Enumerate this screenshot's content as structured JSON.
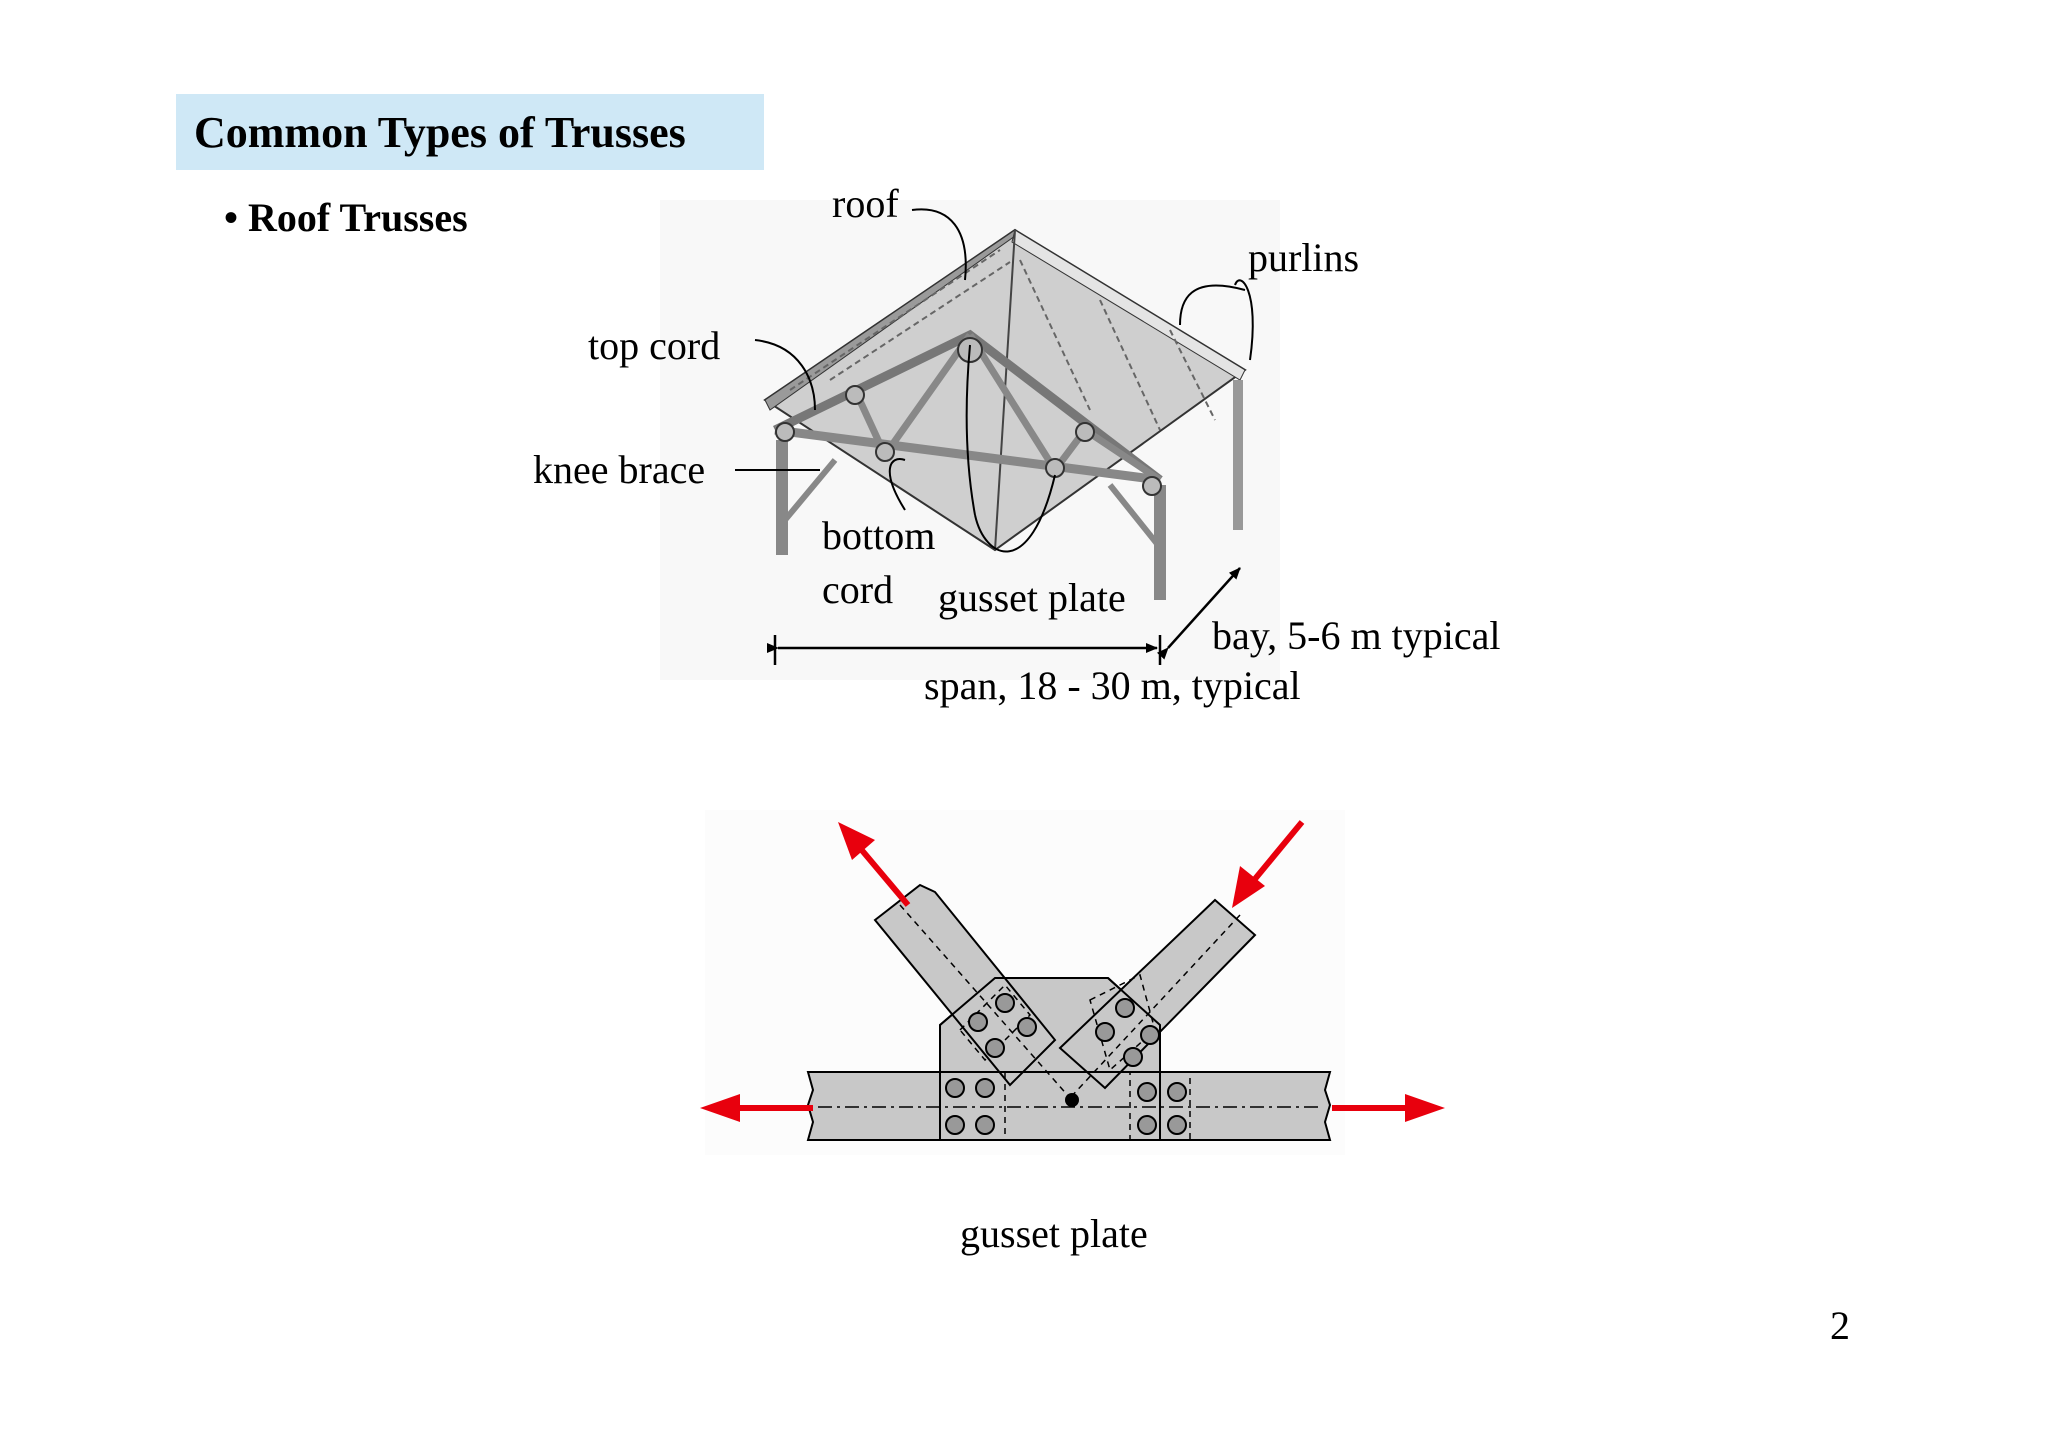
{
  "slide": {
    "title": "Common Types of Trusses",
    "bullet": "• Roof Trusses",
    "page_number": "2"
  },
  "roof_truss_figure": {
    "labels": {
      "roof": "roof",
      "purlins": "purlins",
      "top_cord": "top cord",
      "knee_brace": "knee brace",
      "bottom": "bottom",
      "cord": "cord",
      "gusset_plate": "gusset plate",
      "bay": "bay, 5-6 m typical",
      "span": "span, 18 - 30 m, typical"
    }
  },
  "gusset_figure": {
    "caption": "gusset plate",
    "colors": {
      "force_arrow": "#e8000d",
      "member_fill": "#c8c8c8"
    }
  }
}
